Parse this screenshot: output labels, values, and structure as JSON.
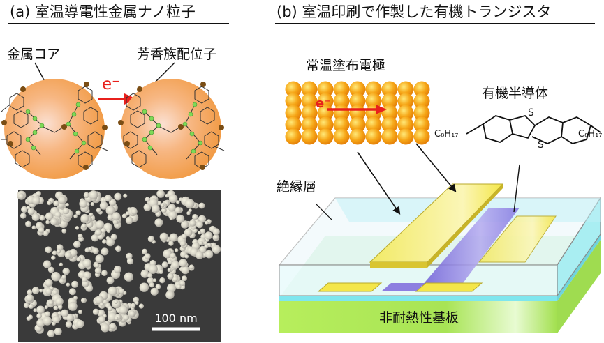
{
  "panel_a": {
    "title": "(a) 室温導電性金属ナノ粒子",
    "label_core": "金属コア",
    "label_ligand": "芳香族配位子",
    "electron": "e⁻",
    "scale_bar": "100 nm"
  },
  "panel_b": {
    "title": "(b) 室温印刷で作製した有機トランジスタ",
    "label_electrode": "常温塗布電極",
    "electron": "e⁻",
    "label_semiconductor": "有機半導体",
    "label_insulator": "絶縁層",
    "label_substrate": "非耐熱性基板",
    "molecule_left_sub": "C₈H₁₇",
    "molecule_right_sub": "C₈H₁₇",
    "molecule_atom": "S"
  },
  "colors": {
    "particle_orange": "#f4a259",
    "arrow_red": "#e8201c",
    "ligand_green": "#8ddc6a",
    "electrode_yellow": "#f3e64a",
    "semiconductor_purple": "#8d7fe0",
    "insulator_cyan": "#7fe6ee",
    "substrate_green": "#b6ec5e"
  }
}
